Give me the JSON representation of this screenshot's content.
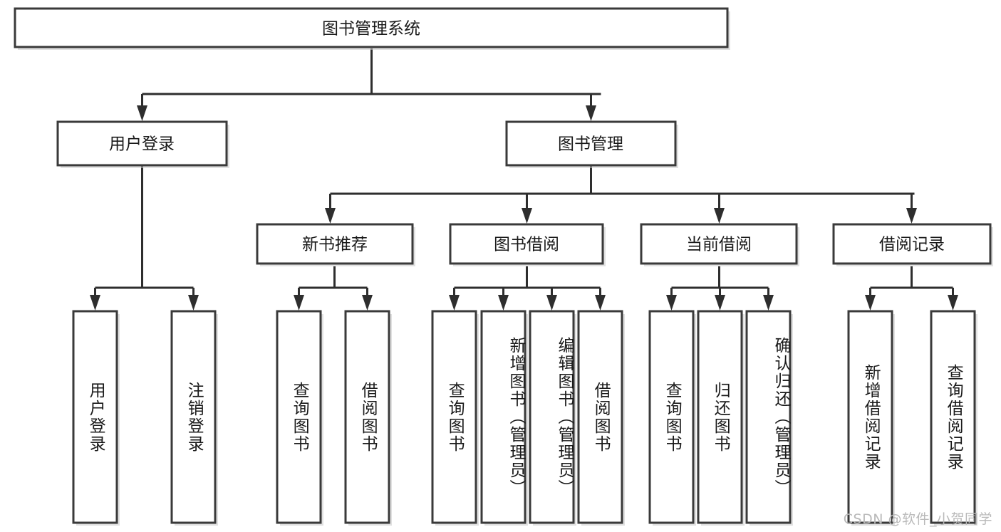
{
  "diagram": {
    "type": "tree",
    "title": "图书管理系统",
    "watermark": "CSDN @软件_小贺同学",
    "colors": {
      "box_stroke": "#3a3a3a",
      "connector": "#2e2e2e",
      "background": "#ffffff",
      "text": "#1a1a1a",
      "watermark": "#b9b9b9"
    },
    "levels": {
      "root": {
        "label": "图书管理系统"
      },
      "level2": [
        {
          "id": "user-login",
          "label": "用户登录"
        },
        {
          "id": "book-management",
          "label": "图书管理"
        }
      ],
      "level3": [
        {
          "id": "new-book-recommend",
          "label": "新书推荐",
          "parent": "book-management"
        },
        {
          "id": "book-borrow",
          "label": "图书借阅",
          "parent": "book-management"
        },
        {
          "id": "current-borrow",
          "label": "当前借阅",
          "parent": "book-management"
        },
        {
          "id": "borrow-record",
          "label": "借阅记录",
          "parent": "book-management"
        }
      ],
      "leaves": [
        {
          "id": "leaf-user-login",
          "label": "用户登录",
          "parent": "user-login"
        },
        {
          "id": "leaf-user-logout",
          "label": "注销登录",
          "parent": "user-login"
        },
        {
          "id": "leaf-recommend-query",
          "label": "查询图书",
          "parent": "new-book-recommend"
        },
        {
          "id": "leaf-recommend-borrow",
          "label": "借阅图书",
          "parent": "new-book-recommend"
        },
        {
          "id": "leaf-borrow-query",
          "label": "查询图书",
          "parent": "book-borrow"
        },
        {
          "id": "leaf-borrow-add",
          "label": "新增图书（管理员）",
          "parent": "book-borrow"
        },
        {
          "id": "leaf-borrow-edit",
          "label": "编辑图书（管理员）",
          "parent": "book-borrow"
        },
        {
          "id": "leaf-borrow-lend",
          "label": "借阅图书",
          "parent": "book-borrow"
        },
        {
          "id": "leaf-current-query",
          "label": "查询图书",
          "parent": "current-borrow"
        },
        {
          "id": "leaf-current-return",
          "label": "归还图书",
          "parent": "current-borrow"
        },
        {
          "id": "leaf-current-confirm",
          "label": "确认归还（管理员）",
          "parent": "current-borrow"
        },
        {
          "id": "leaf-record-add",
          "label": "新增借阅记录",
          "parent": "borrow-record"
        },
        {
          "id": "leaf-record-query",
          "label": "查询借阅记录",
          "parent": "borrow-record"
        }
      ]
    }
  }
}
